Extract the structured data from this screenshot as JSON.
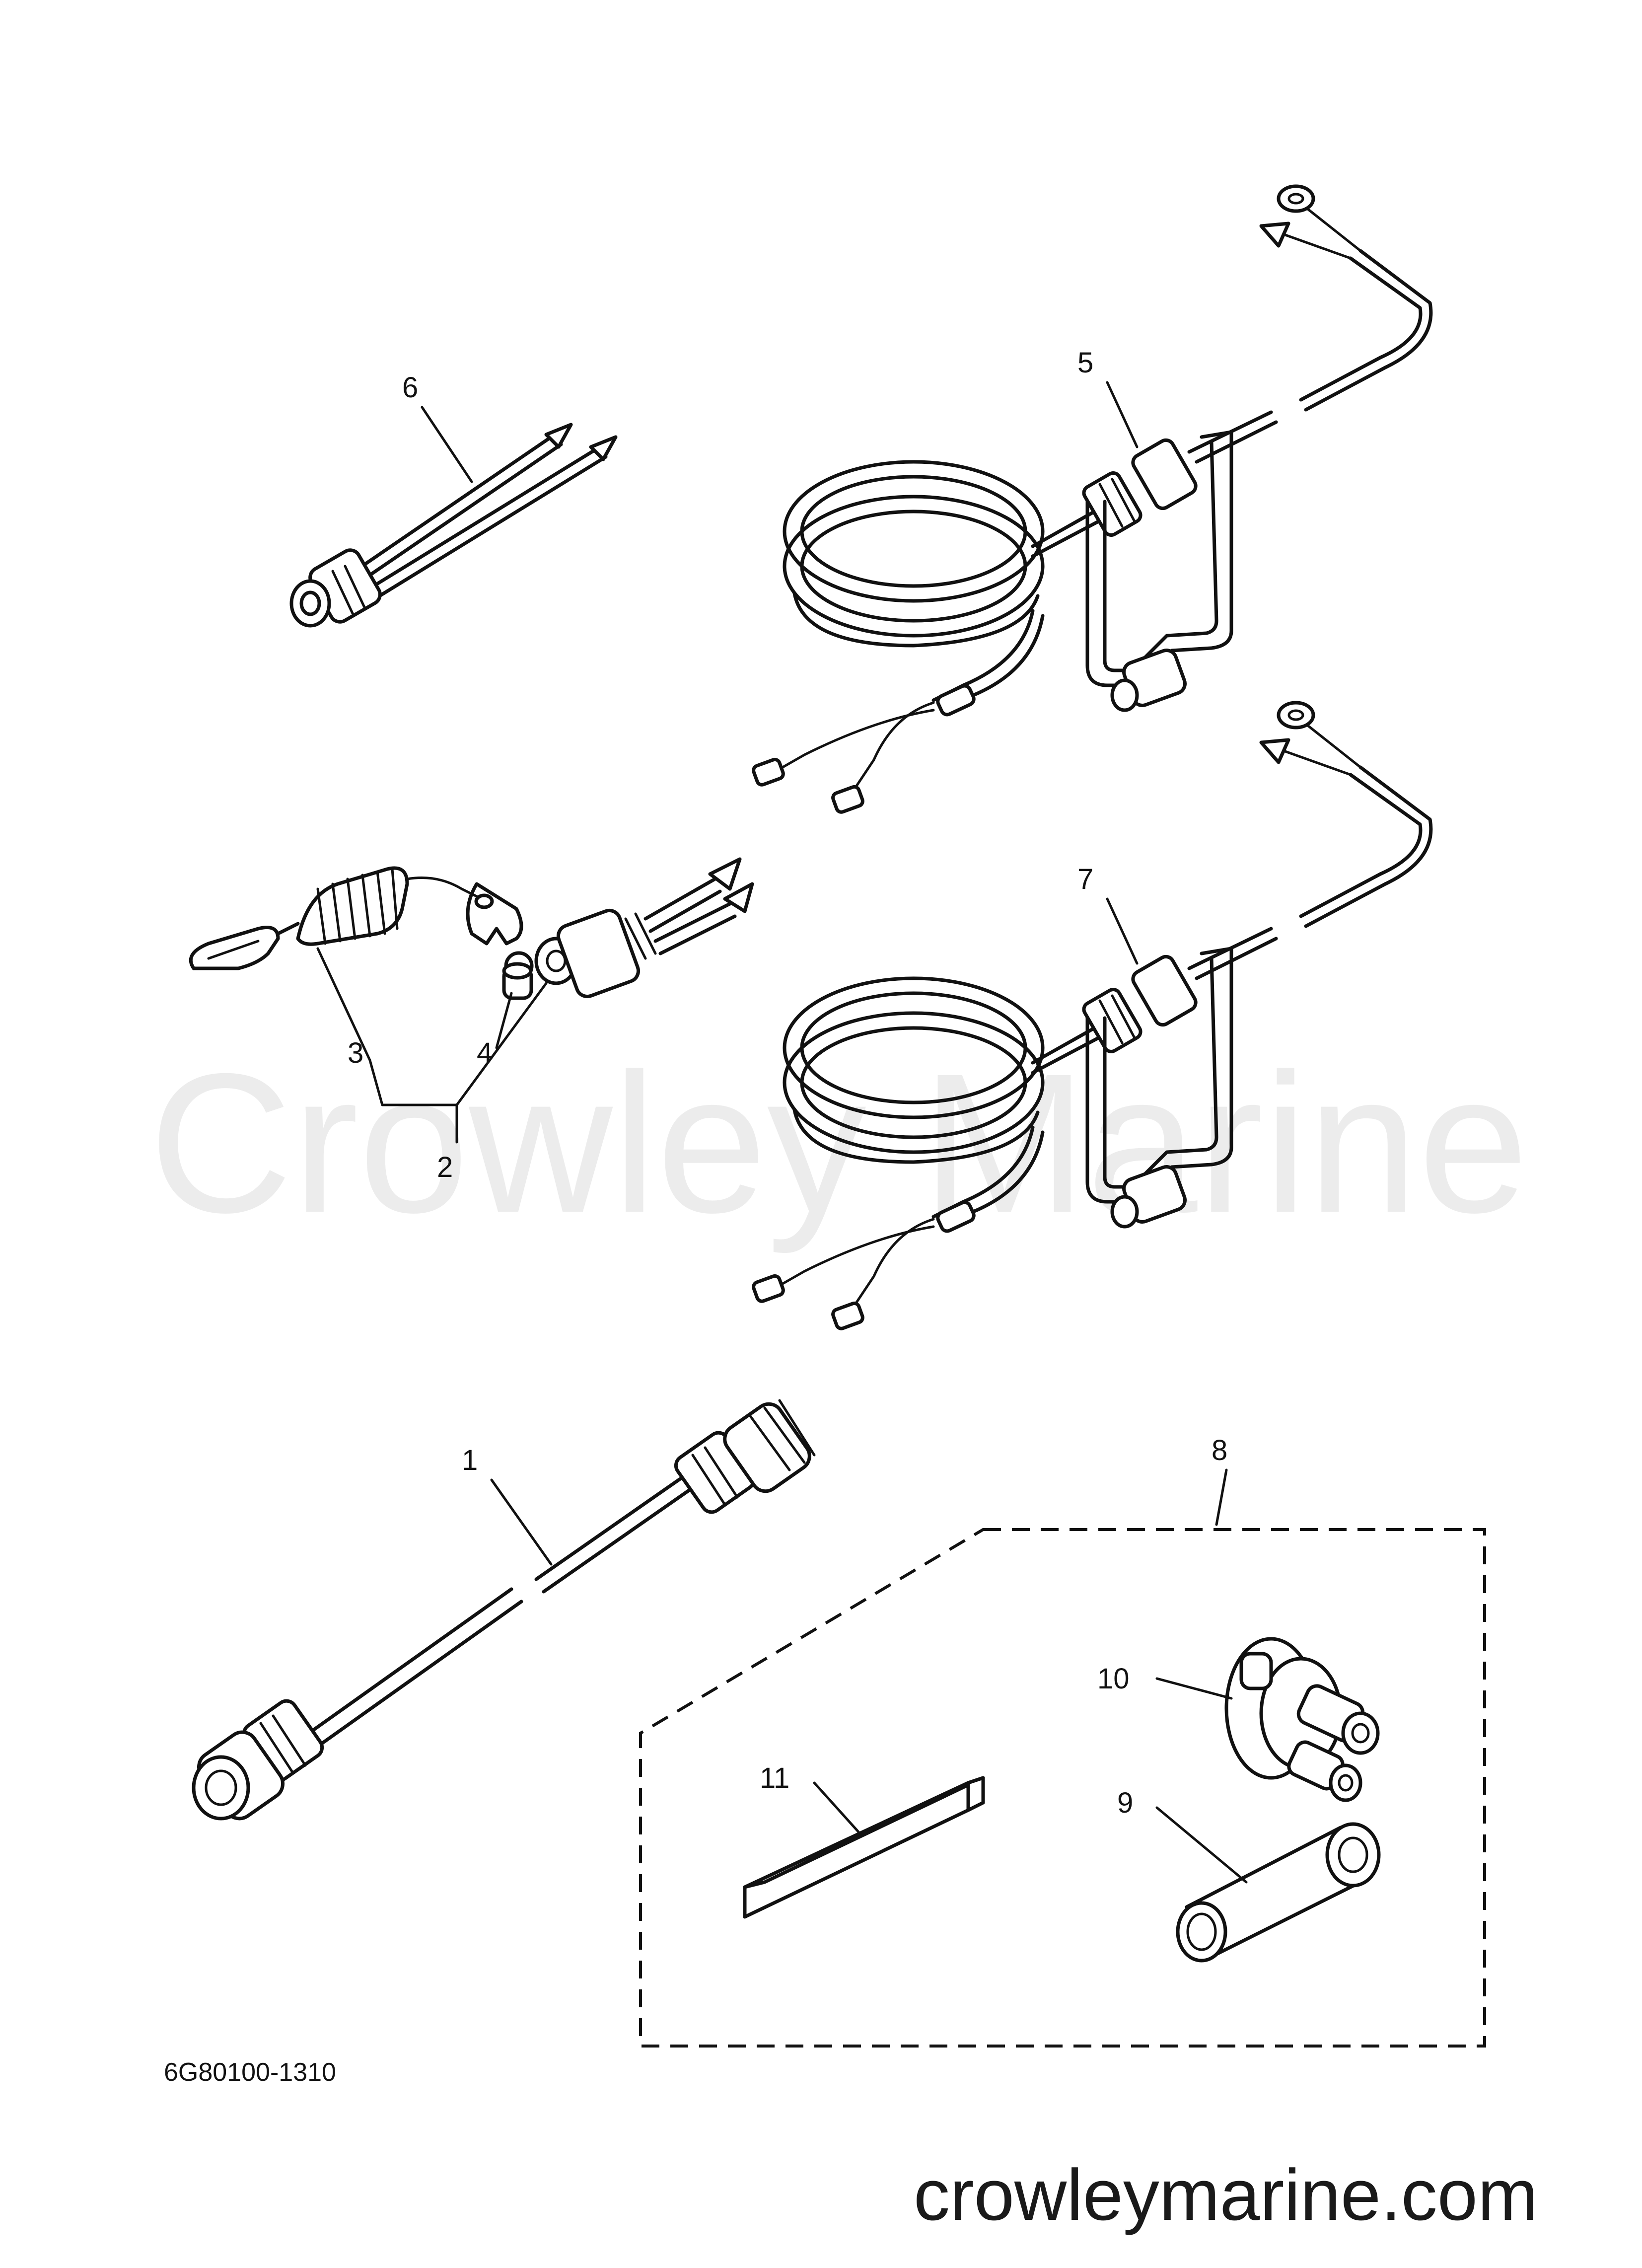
{
  "diagram": {
    "callouts": {
      "c1": "1",
      "c2": "2",
      "c3": "3",
      "c4": "4",
      "c5": "5",
      "c6": "6",
      "c7": "7",
      "c8": "8",
      "c9": "9",
      "c10": "10",
      "c11": "11"
    },
    "drawing_code": "6G80100-1310",
    "watermark": "Crowley Marine",
    "website": "crowleymarine.com"
  }
}
